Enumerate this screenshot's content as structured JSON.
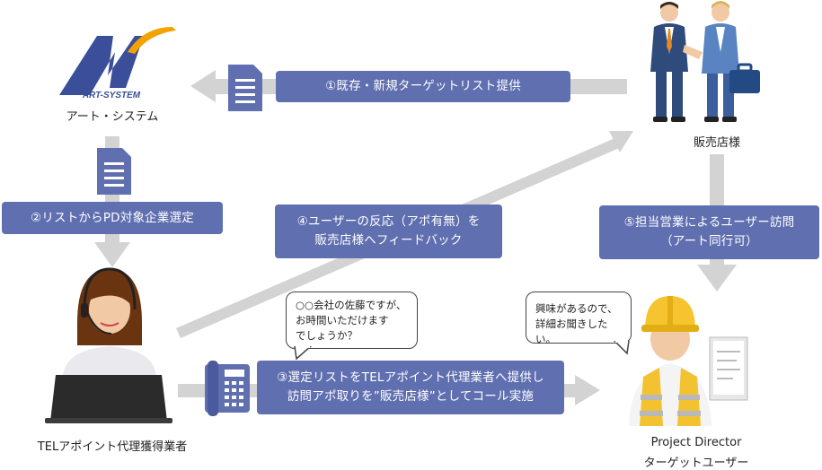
{
  "logo": {
    "wordmark": "ART-SYSTEM"
  },
  "nodes": {
    "art_system": "アート・システム",
    "dealer": "販売店様",
    "tel_agency": "TELアポイント代理獲得業者",
    "project_director": "Project Director",
    "target_user": "ターゲットユーザー"
  },
  "steps": {
    "s1": "①既存・新規ターゲットリスト提供",
    "s2": "②リストからPD対象企業選定",
    "s3_line1": "③選定リストをTELアポイント代理業者へ提供し",
    "s3_line2": "訪問アポ取りを”販売店様”としてコール実施",
    "s4_line1": "④ユーザーの反応（アポ有無）を",
    "s4_line2": "販売店様へフィードバック",
    "s5_line1": "⑤担当営業によるユーザー訪問",
    "s5_line2": "（アート同行可）"
  },
  "bubbles": {
    "caller_line1": "○○会社の佐藤ですが、",
    "caller_line2": "お時間いただけます",
    "caller_line3": "でしょうか？",
    "user_line1": "興味があるので、",
    "user_line2": "詳細お聞きしたい。"
  },
  "colors": {
    "box": "#5f6fb0",
    "arrow": "#d3d3d3",
    "logo_blue": "#3b4e9a",
    "logo_orange": "#f5a200"
  }
}
